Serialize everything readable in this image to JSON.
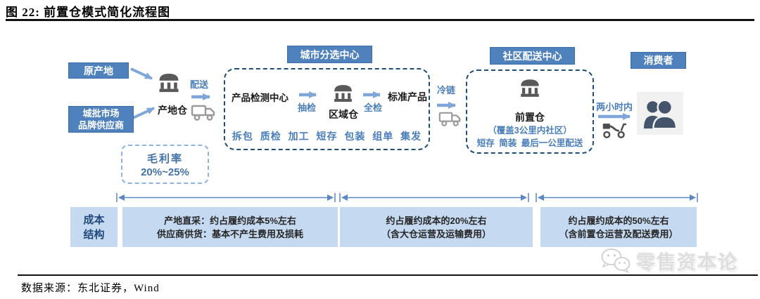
{
  "figure": {
    "title": "图 22: 前置仓模式简化流程图",
    "source": "数据来源：东北证券，Wind",
    "watermark": "零售资本论"
  },
  "flow": {
    "origin": "原产地",
    "supplier_line1": "城批市场",
    "supplier_line2": "品牌供应商",
    "origin_warehouse": "产地仓",
    "delivery": "配送",
    "city_sorting_center": "城市分选中心",
    "product_testing_center": "产品检测中心",
    "sampling_check": "抽检",
    "regional_warehouse": "区域仓",
    "full_check": "全检",
    "standard_product": "标准产品",
    "sorting_steps": "拆包 质检 加工 短存 包装 组单 集发",
    "cold_chain": "冷链",
    "community_delivery_center": "社区配送中心",
    "front_warehouse": "前置仓",
    "front_warehouse_note": "（覆盖3公里内社区）",
    "front_warehouse_steps": "短存 简装 最后一公里配送",
    "two_hours": "两小时内",
    "consumer": "消费者"
  },
  "gross_margin": {
    "label": "毛利率",
    "value": "20%~25%"
  },
  "cost_structure": {
    "row_label_line1": "成本",
    "row_label_line2": "结构",
    "cells": [
      {
        "line1": "产地直采：约占履约成本5%左右",
        "line2": "供应商供货：基本不产生费用及损耗"
      },
      {
        "line1": "约占履约成本的20%左右",
        "line2": "（含大仓运营及运输费用）"
      },
      {
        "line1": "约占履约成本的50%左右",
        "line2": "（含前置仓运营及配送费用）"
      }
    ]
  },
  "colors": {
    "header_blue": "#4f81bd",
    "dashed_navy": "#1f4e79",
    "text_blue": "#4a7ebb",
    "light_blue_fill": "#c5d9f1",
    "arrow_blue": "#7ea6d9",
    "span_arrow_blue": "#5b87c5",
    "icon_gray": "#9a9a9a",
    "bank_gray": "#595959",
    "consumer_navy": "#44546a"
  }
}
